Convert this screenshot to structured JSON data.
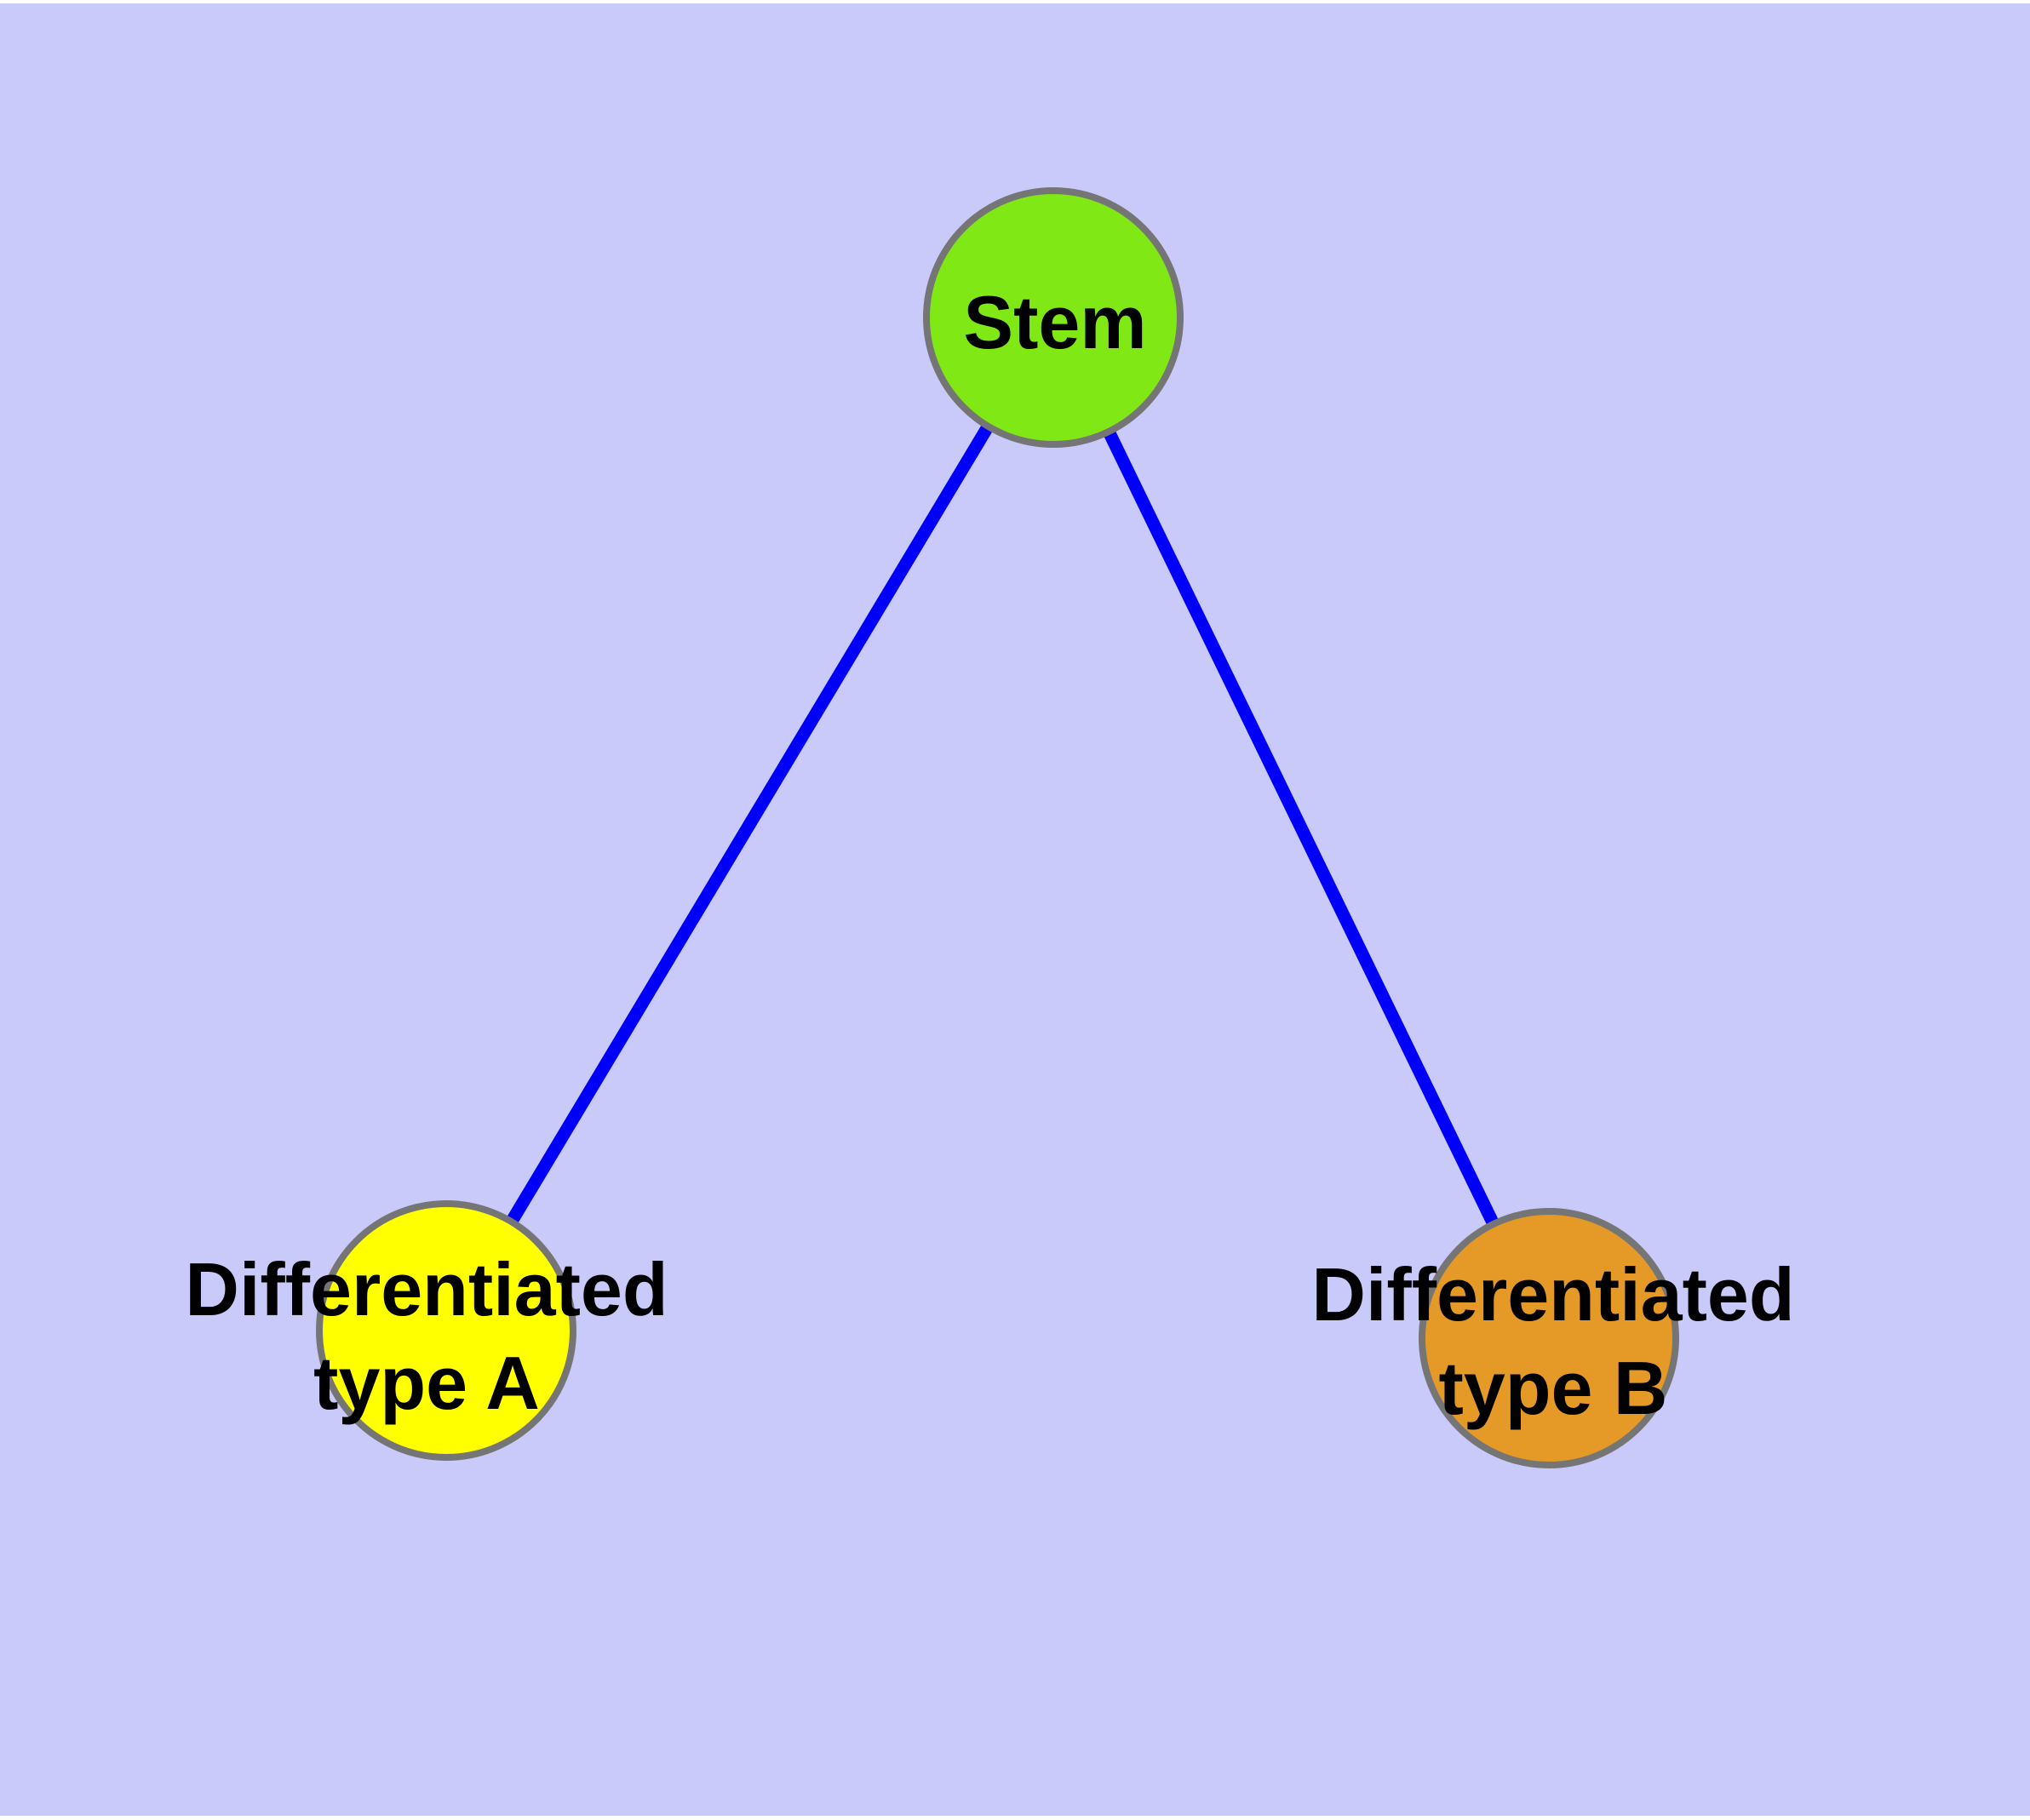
{
  "diagram": {
    "type": "graph",
    "background_color": "#FFFFFF",
    "panel_color": "#CACAFA",
    "edge_color": "#0000FA",
    "node_border_color": "#757575",
    "text_color": "#000000",
    "nodes": [
      {
        "id": "stem",
        "label": "Stem",
        "fill": "#7FE815"
      },
      {
        "id": "type-a",
        "label": "Differentiated\ntype A",
        "fill": "#FFFF00"
      },
      {
        "id": "type-b",
        "label": "Differentiated\ntype B",
        "fill": "#E59A28"
      }
    ],
    "edges": [
      {
        "from": "stem",
        "to": "type-a"
      },
      {
        "from": "stem",
        "to": "type-b"
      }
    ]
  }
}
